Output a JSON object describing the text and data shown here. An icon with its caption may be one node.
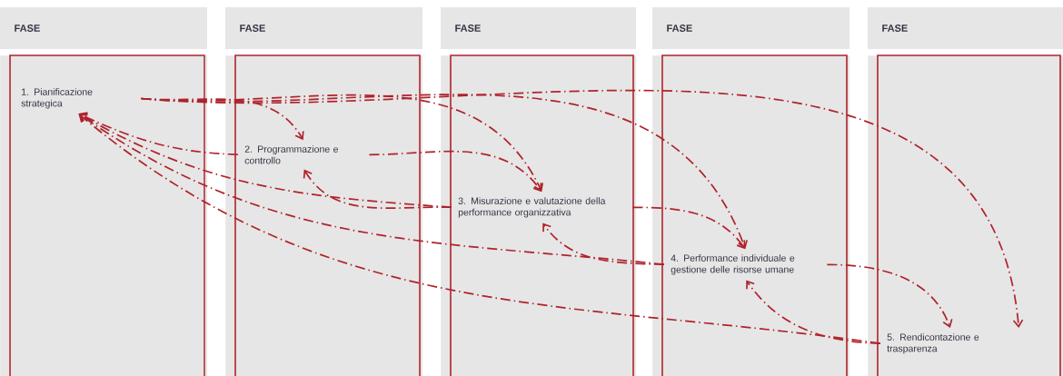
{
  "diagram": {
    "nodes": [
      {
        "text": [
          "FASE"
        ]
      },
      {
        "text": [
          "1. Pianificazione strategica"
        ],
        "in": 0
      },
      {
        "text": [
          "FASE"
        ]
      },
      {
        "text": [
          "2. Programmazione e controllo"
        ],
        "in": 2
      },
      {
        "text": [
          "FASE"
        ]
      },
      {
        "text": [
          "3. Misurazione e valutazione della performance organizzativa"
        ],
        "in": 4
      },
      {
        "text": [
          "FASE"
        ]
      },
      {
        "text": [
          "4. Performance individuale e gestione delle risorse umane"
        ],
        "in": 6
      },
      {
        "text": [
          "FASE"
        ]
      },
      {
        "text": [
          "5. Rendicontazione e trasparenza"
        ],
        "in": 8
      }
    ],
    "edges": [
      {
        "from": 1,
        "to": 3,
        "arrow": "to",
        "style": "dashed"
      },
      {
        "from": 1,
        "to": 5,
        "arrow": "to",
        "style": "dashed"
      },
      {
        "from": 1,
        "to": 7,
        "arrow": "to",
        "style": "dashed"
      },
      {
        "from": 1,
        "to": 9,
        "arrow": "to",
        "style": "dashed"
      },
      {
        "from": 3,
        "to": 1,
        "arrow": "to",
        "style": "dashed"
      },
      {
        "from": 3,
        "to": 5,
        "arrow": "to",
        "style": "dashed"
      },
      {
        "from": 5,
        "to": 3,
        "arrow": "to",
        "style": "dashed"
      },
      {
        "from": 5,
        "to": 1,
        "arrow": "to",
        "style": "dashed"
      },
      {
        "from": 5,
        "to": 7,
        "arrow": "to",
        "style": "dashed"
      },
      {
        "from": 7,
        "to": 5,
        "arrow": "to",
        "style": "dashed"
      },
      {
        "from": 7,
        "to": 1,
        "arrow": "to",
        "style": "dashed"
      },
      {
        "from": 7,
        "to": 9,
        "arrow": "to",
        "style": "dashed"
      },
      {
        "from": 9,
        "to": 7,
        "arrow": "to",
        "style": "dashed"
      },
      {
        "from": 9,
        "to": 1,
        "arrow": "to",
        "style": "dashed"
      }
    ]
  }
}
